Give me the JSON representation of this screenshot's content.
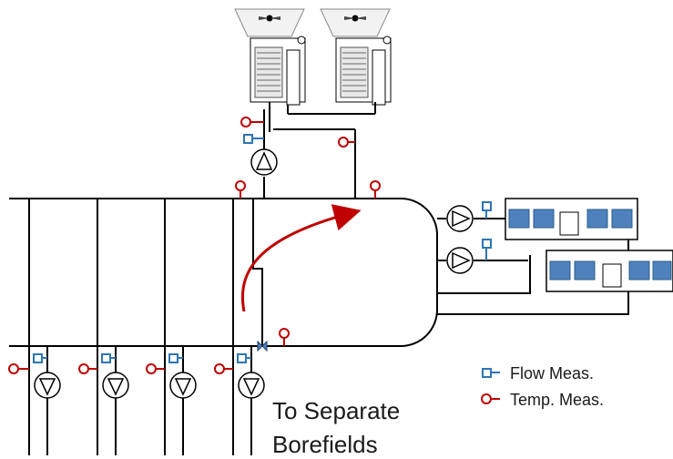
{
  "labels": {
    "to_separate": "To Separate",
    "borefields": "Borefields"
  },
  "legend": {
    "flow": "Flow Meas.",
    "temp": "Temp. Meas."
  },
  "colors": {
    "line": "#000000",
    "flow_sensor": "#2e75b6",
    "temp_sensor": "#c00000",
    "arrow": "#c00000",
    "panel": "#4f81bd"
  }
}
